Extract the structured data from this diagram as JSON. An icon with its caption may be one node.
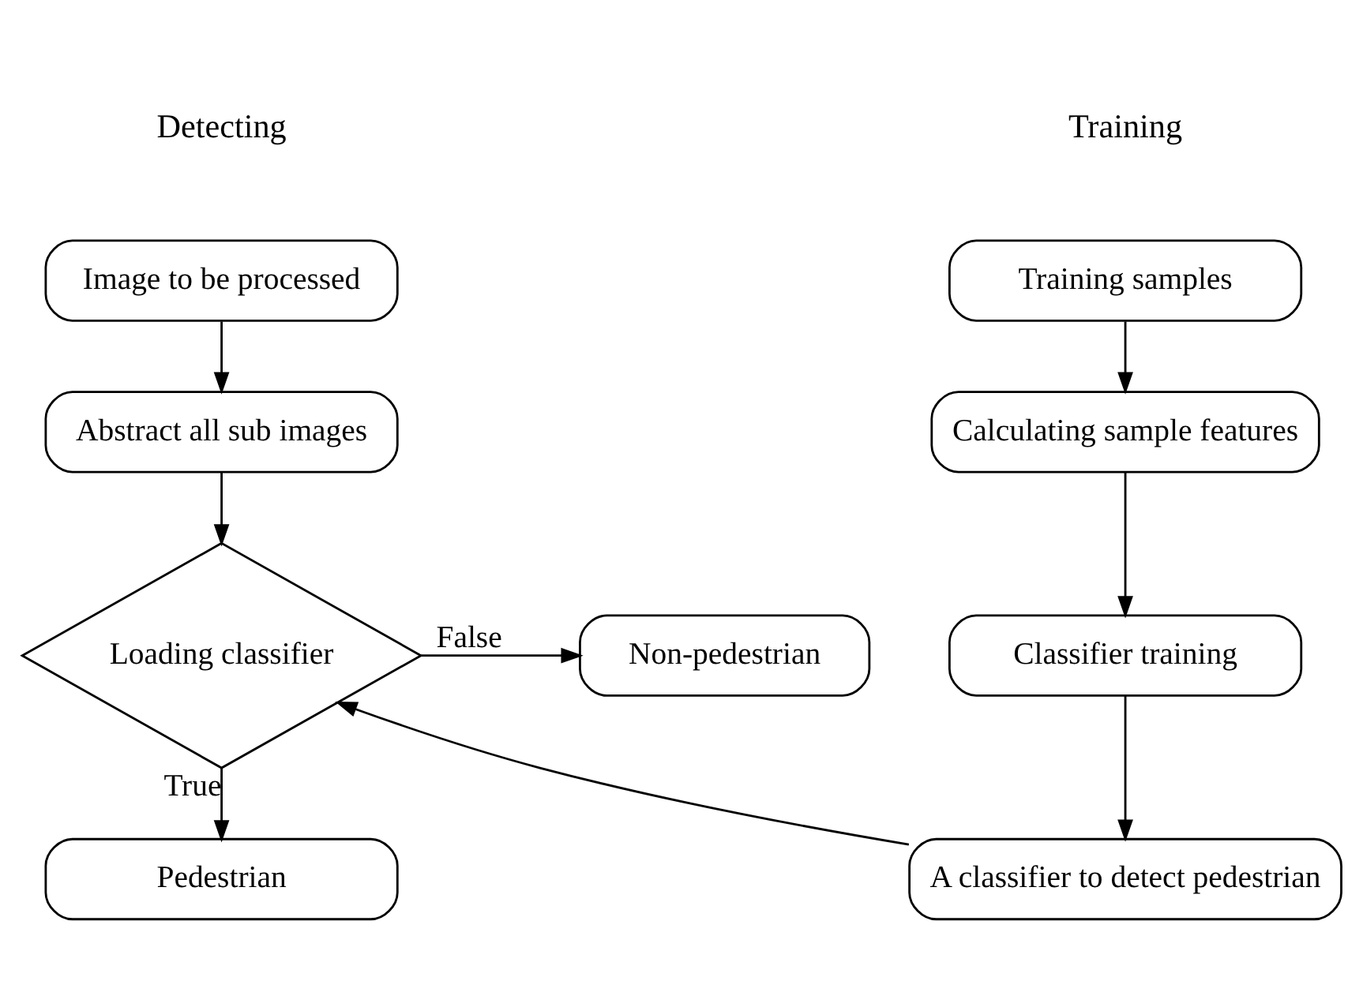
{
  "diagram": {
    "nodes": [
      {
        "text": [
          "Training samples"
        ]
      },
      {
        "text": [
          "Calculating sample features"
        ]
      },
      {
        "text": [
          "Classifier training"
        ]
      },
      {
        "text": [
          "A classifier to detect pedestrian"
        ]
      },
      {
        "text": [
          "Image to be processed"
        ]
      },
      {
        "text": [
          "Abstract all sub images"
        ]
      },
      {
        "text": [
          "Loading classifier"
        ]
      },
      {
        "text": [
          "Non-pedestrian"
        ]
      },
      {
        "text": [
          "Pedestrian"
        ]
      }
    ],
    "edges": [
      {
        "from": 0,
        "to": 1,
        "arrow": "to"
      },
      {
        "from": 1,
        "to": 2,
        "arrow": "to"
      },
      {
        "from": 2,
        "to": 3,
        "arrow": "to"
      },
      {
        "from": 3,
        "to": 6,
        "arrow": "to"
      },
      {
        "from": 4,
        "to": 5,
        "arrow": "to"
      },
      {
        "from": 5,
        "to": 6,
        "arrow": "to"
      },
      {
        "from": 6,
        "to": 7,
        "arrow": "to",
        "label": "False"
      },
      {
        "from": 6,
        "to": 8,
        "arrow": "to",
        "label": "True"
      }
    ],
    "labels": [
      "Training",
      "Detecting"
    ]
  }
}
